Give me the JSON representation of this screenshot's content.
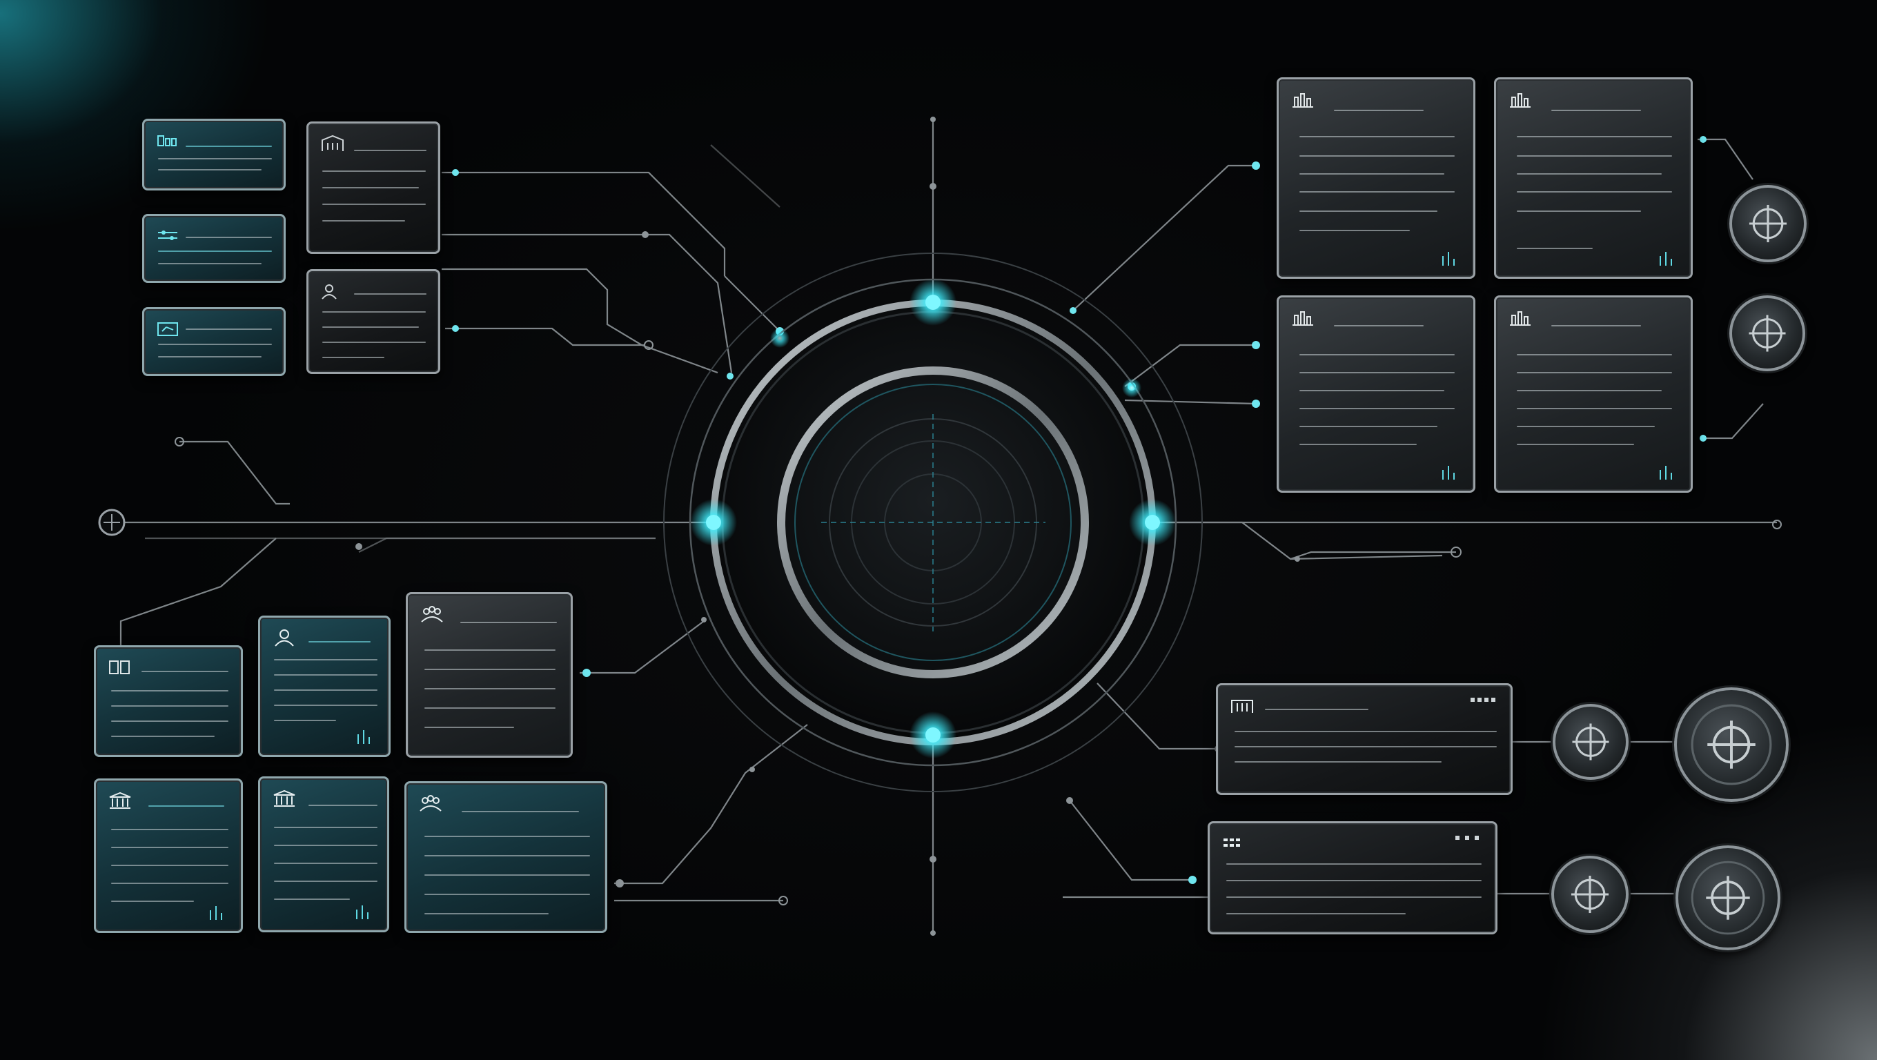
{
  "colors": {
    "background": "#050607",
    "accent": "#2fe3f2",
    "metal": "#9aa1a6",
    "panel_teal": "#1f4a55",
    "panel_dark": "#202427"
  },
  "hub": {
    "icon": "target-ring-icon"
  },
  "nodes": [
    {
      "id": "node-top",
      "icon": "glow-dot"
    },
    {
      "id": "node-left",
      "icon": "glow-dot"
    },
    {
      "id": "node-right",
      "icon": "glow-dot"
    },
    {
      "id": "node-bottom",
      "icon": "glow-dot"
    }
  ],
  "panels": {
    "top_left_small": [
      {
        "icon": "dashboard-icon"
      },
      {
        "icon": "sliders-icon"
      },
      {
        "icon": "metrics-icon"
      }
    ],
    "top_left_medium": [
      {
        "icon": "building-icon"
      },
      {
        "icon": "user-icon"
      }
    ],
    "top_right": [
      {
        "icon": "chart-icon"
      },
      {
        "icon": "chart-icon"
      },
      {
        "icon": "chart-icon"
      },
      {
        "icon": "chart-icon"
      }
    ],
    "bottom_left": [
      {
        "icon": "grid-icon"
      },
      {
        "icon": "person-icon"
      },
      {
        "icon": "team-icon"
      },
      {
        "icon": "bank-icon"
      },
      {
        "icon": "bank-icon"
      },
      {
        "icon": "team-icon"
      }
    ],
    "bottom_right": [
      {
        "icon": "building-icon"
      },
      {
        "icon": "grid-icon"
      }
    ]
  },
  "dials": [
    {
      "icon": "crosshair-icon"
    },
    {
      "icon": "crosshair-icon"
    },
    {
      "icon": "crosshair-icon"
    },
    {
      "icon": "crosshair-icon"
    },
    {
      "icon": "crosshair-icon"
    },
    {
      "icon": "crosshair-icon"
    }
  ]
}
